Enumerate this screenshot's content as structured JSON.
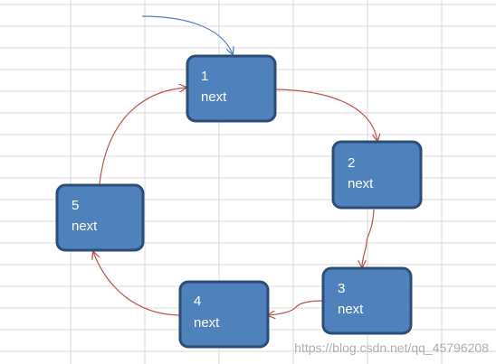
{
  "nodes": [
    {
      "id": "node-1",
      "number": "1",
      "field": "next"
    },
    {
      "id": "node-2",
      "number": "2",
      "field": "next"
    },
    {
      "id": "node-3",
      "number": "3",
      "field": "next"
    },
    {
      "id": "node-4",
      "number": "4",
      "field": "next"
    },
    {
      "id": "node-5",
      "number": "5",
      "field": "next"
    }
  ],
  "edges": [
    {
      "from": "head",
      "to": "node-1"
    },
    {
      "from": "node-1",
      "to": "node-2"
    },
    {
      "from": "node-2",
      "to": "node-3"
    },
    {
      "from": "node-3",
      "to": "node-4"
    },
    {
      "from": "node-4",
      "to": "node-5"
    },
    {
      "from": "node-5",
      "to": "node-1"
    }
  ],
  "colors": {
    "node_fill": "#4f81bd",
    "node_border": "#2c4d75",
    "node_text": "#ffffff",
    "link_arrow": "#c0504d",
    "head_arrow": "#4f81bd",
    "grid_line": "#d9d9d9"
  },
  "watermark": "https://blog.csdn.net/qq_45796208"
}
